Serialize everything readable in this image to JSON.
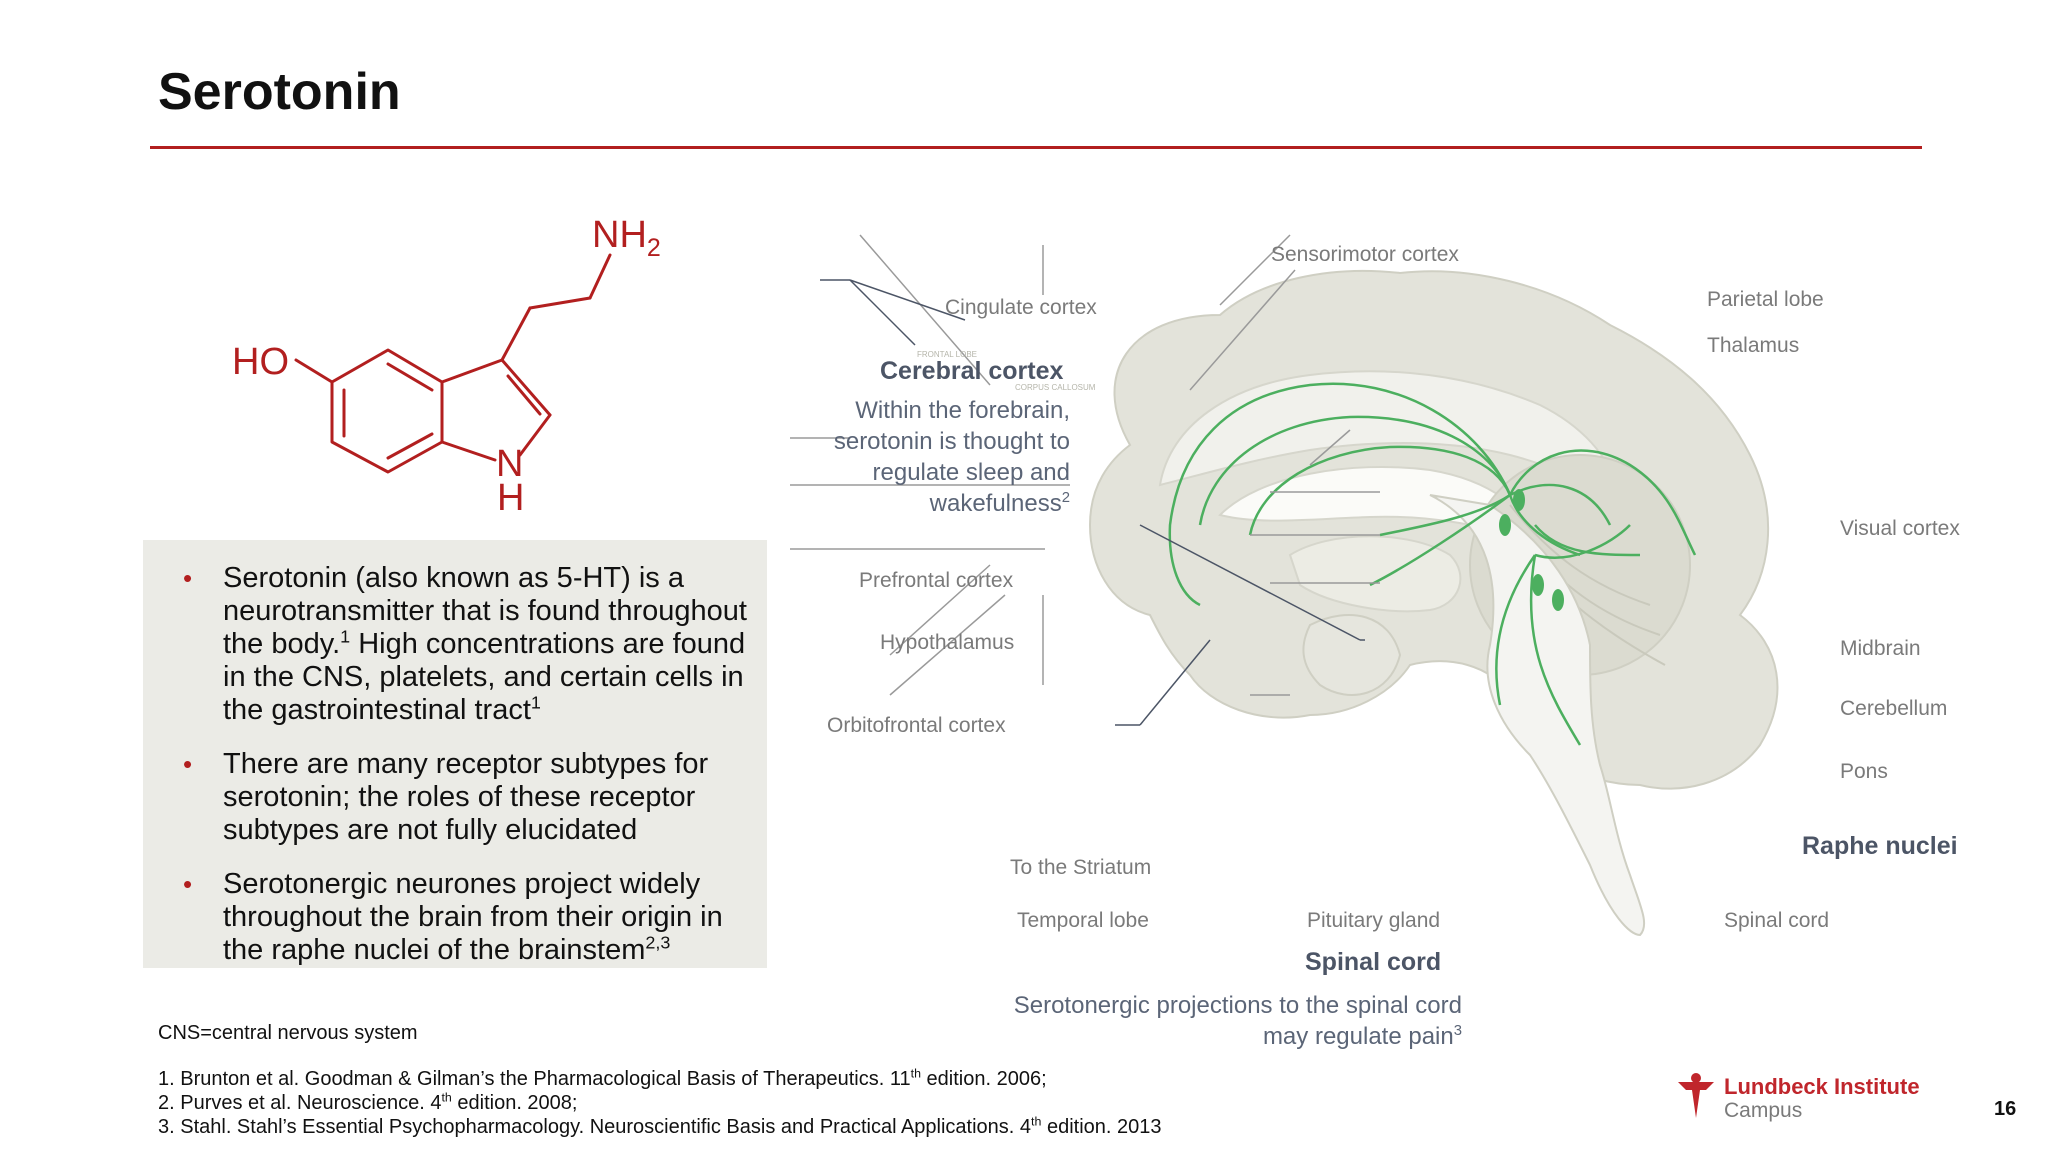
{
  "title": "Serotonin",
  "molecule": {
    "nh2": "NH",
    "nh2_sub": "2",
    "ho": "HO",
    "n": "N",
    "h": "H"
  },
  "bullets": [
    {
      "a": "Serotonin (also known as 5-HT) is a neurotransmitter that is found throughout the body.",
      "s1": "1",
      "b": " High concentrations are found in the CNS, platelets, and certain cells in the gastrointestinal tract",
      "s2": "1"
    },
    {
      "text": "There are many receptor subtypes for serotonin; the roles of these receptor subtypes are not fully elucidated"
    },
    {
      "text": "Serotonergic neurones project widely throughout the brain from their origin in the raphe nuclei of the brainstem",
      "sup": "2,3"
    }
  ],
  "callouts": {
    "cerebral": {
      "head": "Cerebral cortex",
      "body_a": "Within the forebrain, serotonin is thought to regulate sleep and wakefulness",
      "sup": "2"
    },
    "raphe": {
      "head": "Raphe nuclei"
    },
    "spinal": {
      "head": "Spinal cord",
      "body_a": "Serotonergic projections to the spinal cord may regulate pain",
      "sup": "3"
    }
  },
  "brain_labels": {
    "sensorimotor": "Sensorimotor cortex",
    "cingulate": "Cingulate cortex",
    "parietal": "Parietal lobe",
    "thalamus": "Thalamus",
    "visual": "Visual cortex",
    "prefrontal": "Prefrontal cortex",
    "hypothalamus": "Hypothalamus",
    "midbrain": "Midbrain",
    "cerebellum": "Cerebellum",
    "orbitofrontal": "Orbitofrontal cortex",
    "pons": "Pons",
    "striatum": "To the Striatum",
    "temporal": "Temporal lobe",
    "pituitary": "Pituitary gland",
    "spinal_cord": "Spinal cord",
    "frontal_lobe": "FRONTAL LOBE",
    "corpus": "CORPUS CALLOSUM"
  },
  "abbrev": "CNS=central nervous system",
  "references": [
    {
      "a": "1. Brunton et al. Goodman & Gilman’s the Pharmacological Basis of Therapeutics. 11",
      "sup": "th",
      "b": " edition. 2006;"
    },
    {
      "a": "2. Purves et al. Neuroscience. 4",
      "sup": "th",
      "b": " edition. 2008;"
    },
    {
      "a": "3. Stahl. Stahl’s Essential Psychopharmacology. Neuroscientific Basis and Practical Applications. 4",
      "sup": "th",
      "b": " edition. 2013"
    }
  ],
  "logo": {
    "name": "Lundbeck Institute",
    "sub": "Campus"
  },
  "page_number": "16",
  "colors": {
    "accent": "#b21f1f",
    "pathway": "#4caf5f",
    "brain": "#e3e3da"
  }
}
